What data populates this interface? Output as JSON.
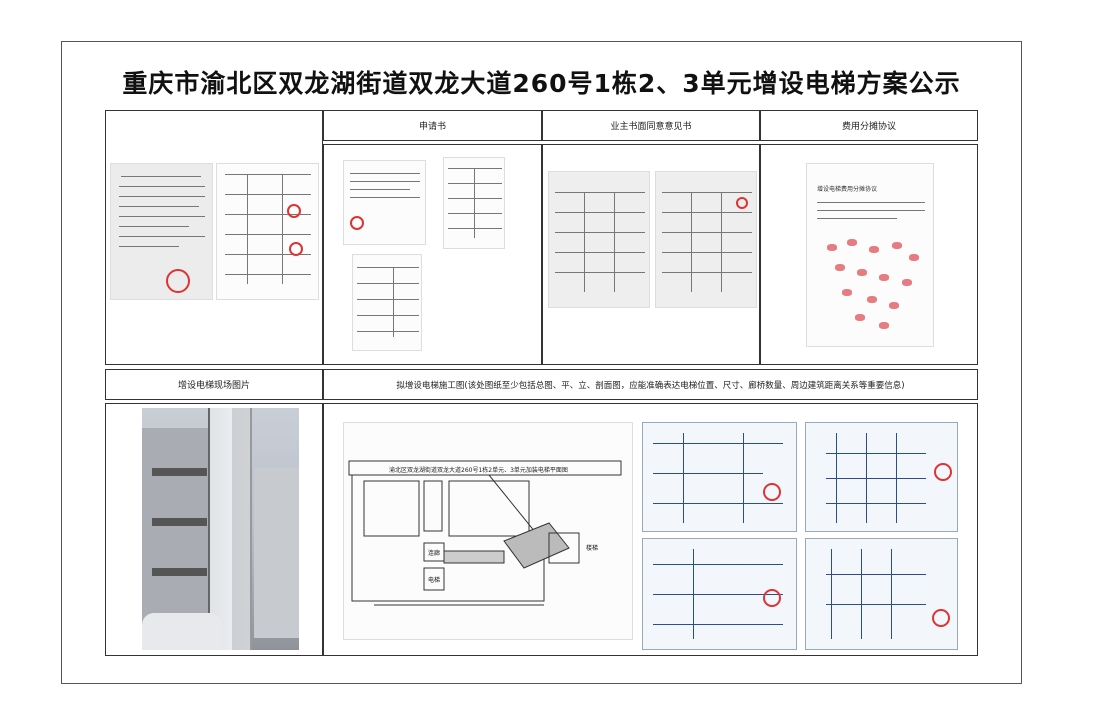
{
  "title": "重庆市渝北区双龙湖街道双龙大道260号1栋2、3单元增设电梯方案公示",
  "headers": {
    "application": "申请书",
    "owner_consent": "业主书面同意意见书",
    "cost_agreement": "费用分摊协议",
    "site_photo": "增设电梯现场图片",
    "construction_drawing": "拟增设电梯施工图(该处图纸至少包括总图、平、立、剖面图，应能准确表达电梯位置、尺寸、廊桥数量、周边建筑距离关系等重要信息)"
  },
  "floorplan": {
    "caption": "渝北区双龙湖街道双龙大道260号1栋2单元、3单元加装电梯平面图",
    "label_stair": "楼梯",
    "label_corridor": "连廊",
    "label_elevator": "电梯"
  },
  "cost_doc": {
    "heading": "增设电梯费用分摊协议"
  },
  "colors": {
    "stamp_red": "#d33333",
    "border": "#333333",
    "blueprint_blue": "#2a4f8a"
  }
}
